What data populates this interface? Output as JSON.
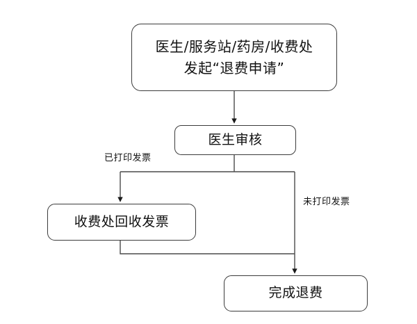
{
  "diagram": {
    "title_text_present": false,
    "background_color": "#ffffff",
    "stroke_color": "#3b3b3b",
    "text_color": "#111111",
    "nodes": [
      {
        "id": "start",
        "shape": "rounded-rectangle",
        "lines": [
          "医生/服务站/药房/收费处",
          "发起“退费申请”"
        ]
      },
      {
        "id": "review",
        "shape": "rounded-rectangle",
        "lines": [
          "医生审核"
        ]
      },
      {
        "id": "recycle",
        "shape": "rounded-rectangle",
        "lines": [
          "收费处回收发票"
        ]
      },
      {
        "id": "done",
        "shape": "rounded-rectangle",
        "lines": [
          "完成退费"
        ]
      }
    ],
    "edge_labels": {
      "printed": "已打印发票",
      "not_printed": "未打印发票"
    },
    "edges": [
      {
        "from": "start",
        "to": "review",
        "label": ""
      },
      {
        "from": "review",
        "to": "recycle",
        "label": "已打印发票"
      },
      {
        "from": "review",
        "to": "done",
        "label": "未打印发票"
      },
      {
        "from": "recycle",
        "to": "done",
        "label": ""
      }
    ]
  }
}
